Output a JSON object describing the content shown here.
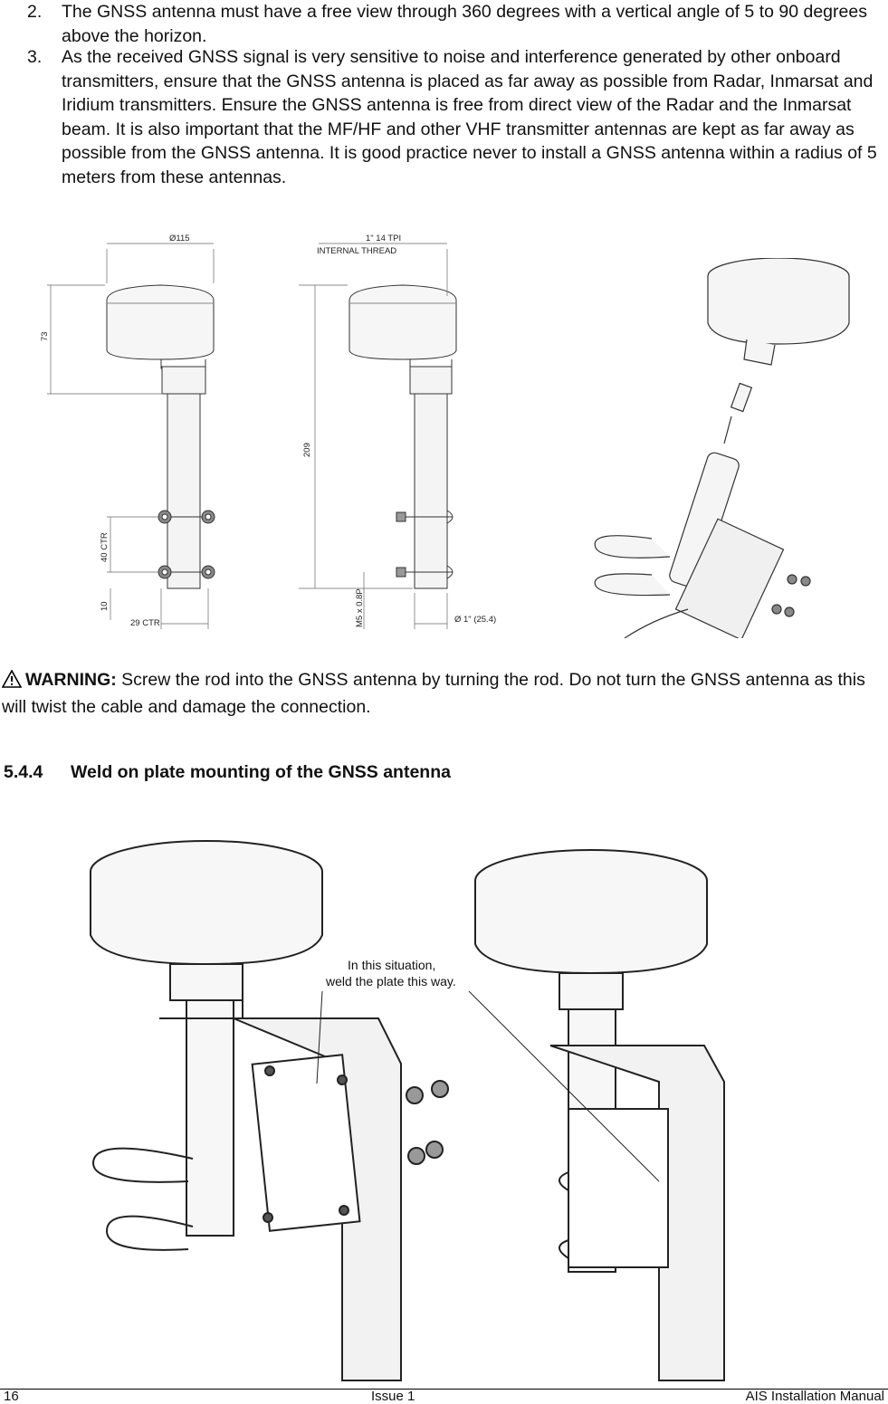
{
  "list": [
    {
      "num": "2.",
      "text": "The GNSS antenna must have a free view through 360 degrees with a vertical angle of 5 to 90 degrees above the horizon."
    },
    {
      "num": "3.",
      "text": "As the received GNSS signal is very sensitive to noise and interference generated by other onboard transmitters, ensure that the GNSS antenna is placed as far away as possible from Radar, Inmarsat and Iridium transmitters. Ensure the GNSS antenna is free from direct view of the Radar and the Inmarsat beam. It is also important that the MF/HF and other VHF transmitter antennas are kept as far away as possible from the GNSS antenna. It is good practice never to install a GNSS antenna within a radius of 5 meters from these antennas."
    }
  ],
  "drawing": {
    "dia": "Ø115",
    "thread1": "1\" 14 TPI",
    "thread2": "INTERNAL THREAD",
    "h73": "73",
    "h209": "209",
    "ctr40": "40 CTR",
    "d10": "10",
    "ctr29": "29 CTR",
    "m5": "M5 x 0.8P",
    "pipe": "Ø 1\" (25.4)"
  },
  "warning": {
    "icon": "warning-triangle-icon",
    "label": "WARNING:",
    "text": " Screw the rod into the GNSS antenna by turning the rod. Do not turn the GNSS antenna as this will twist the cable and damage the connection."
  },
  "section": {
    "number": "5.4.4",
    "title": "Weld on plate mounting of the GNSS antenna"
  },
  "figure2": {
    "callout_line1": "In this situation,",
    "callout_line2": "weld the plate this way."
  },
  "footer": {
    "page": "16",
    "issue": "Issue 1",
    "manual": "AIS Installation Manual"
  }
}
